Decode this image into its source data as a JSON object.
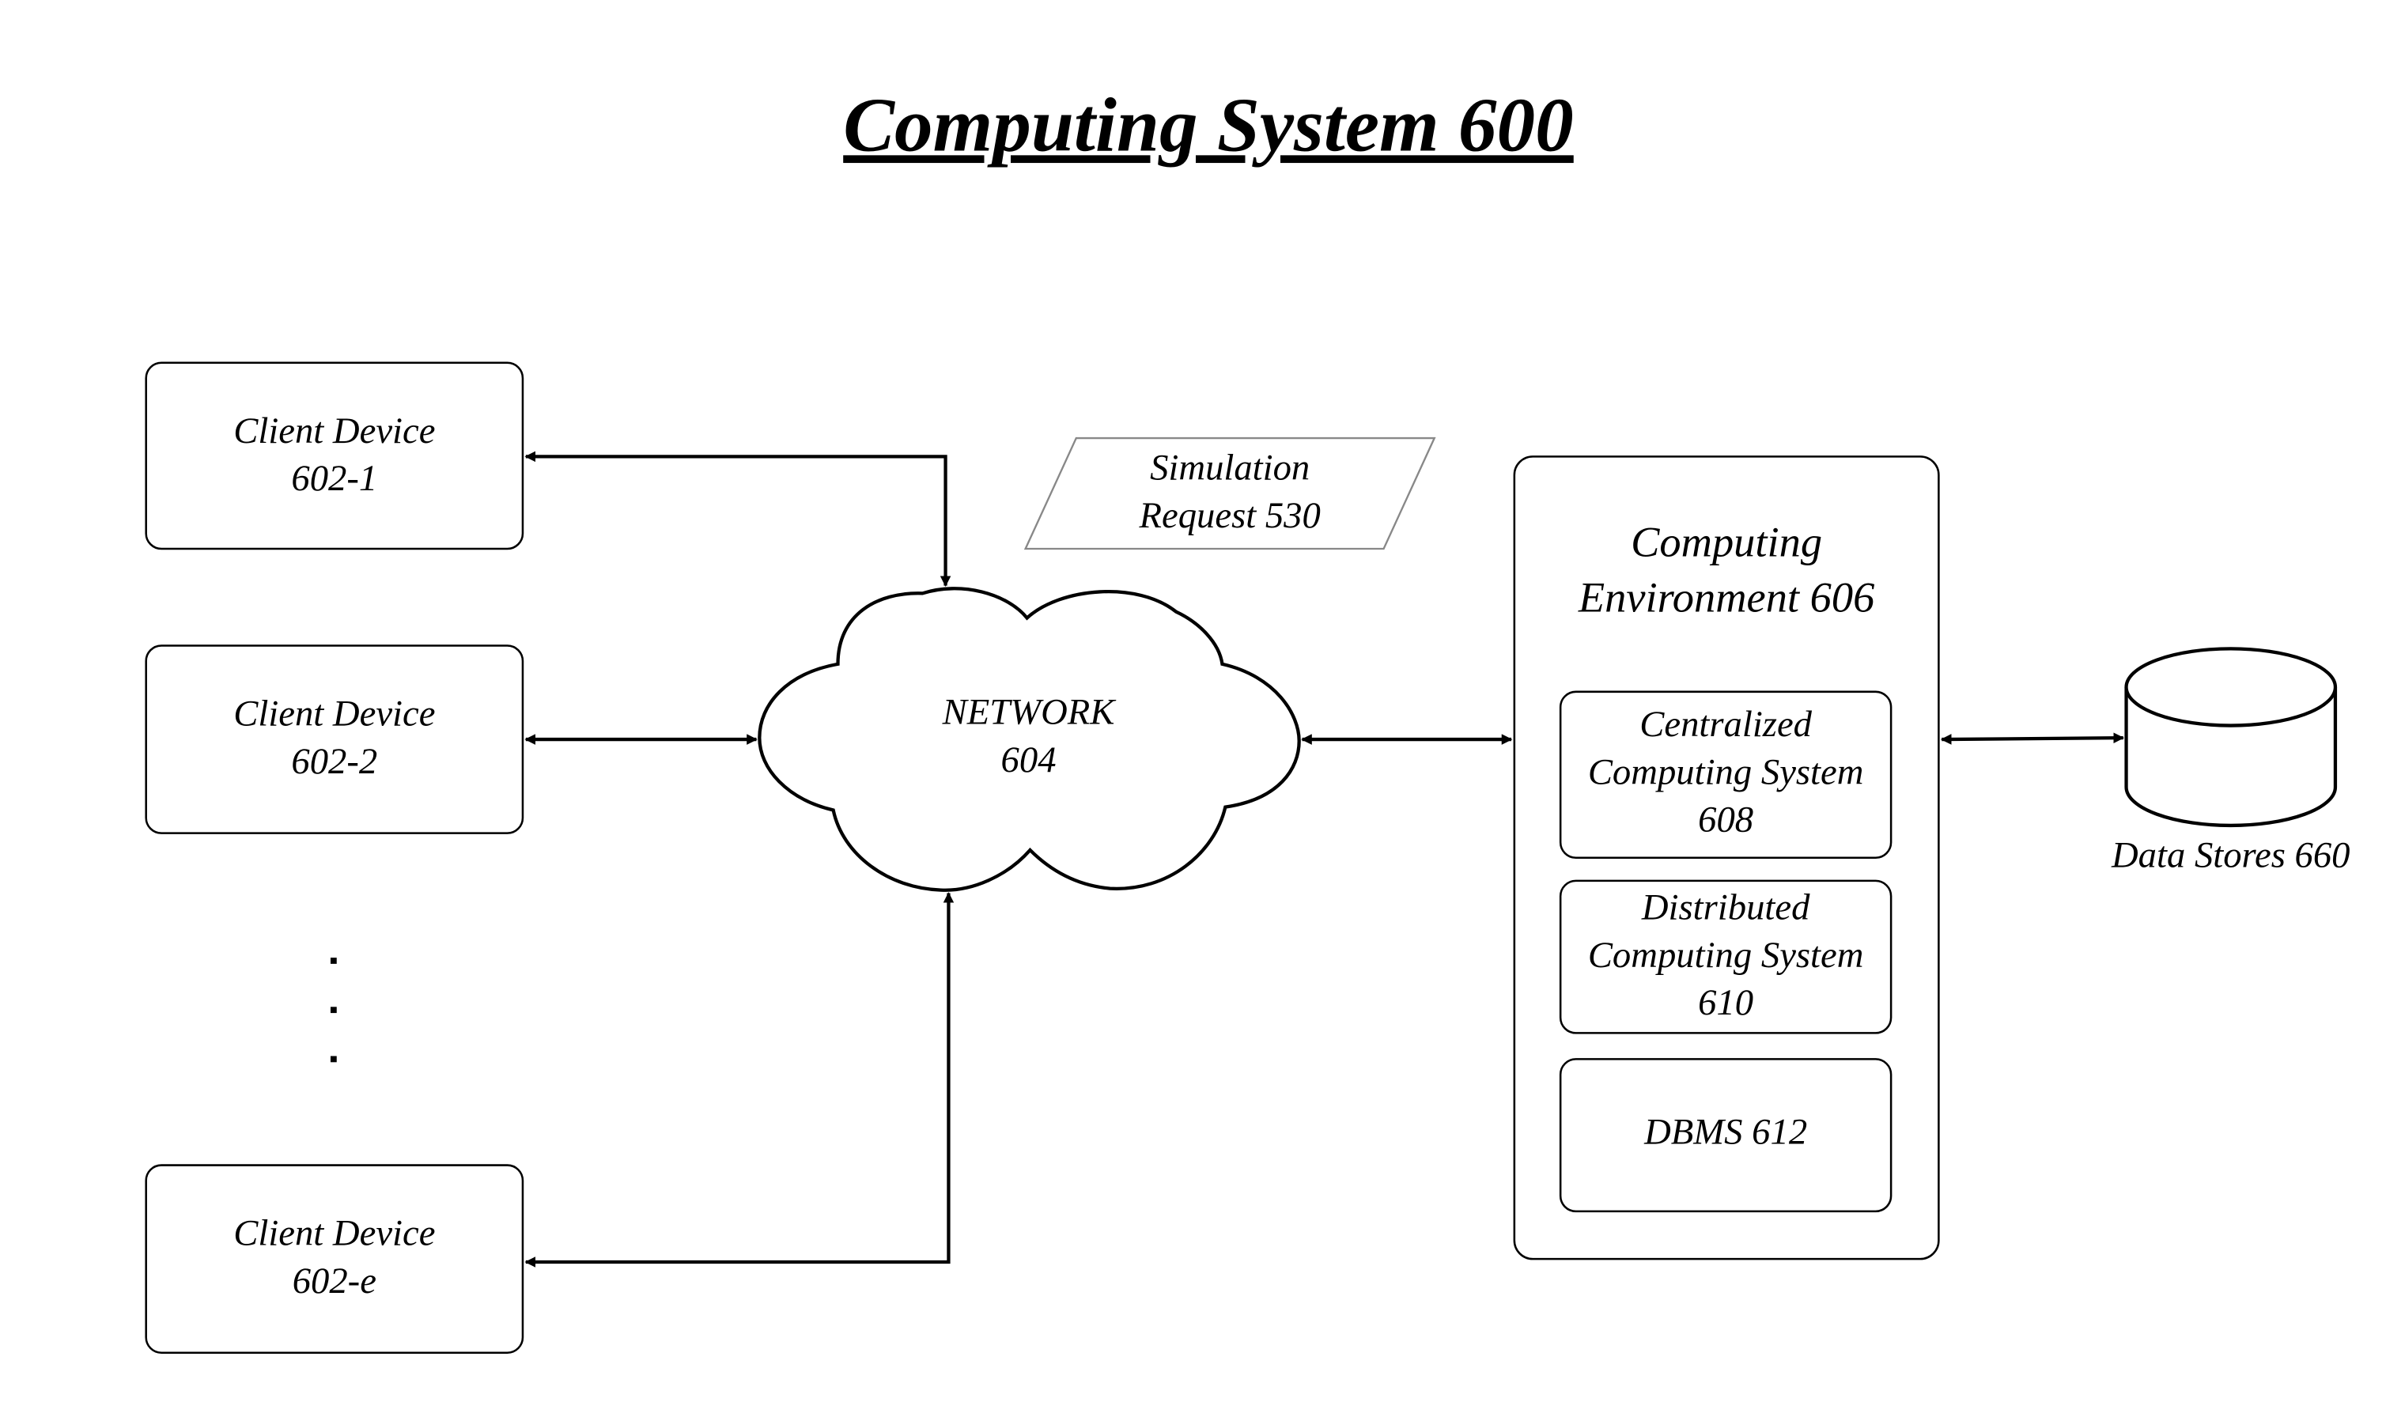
{
  "title": "Computing System 600",
  "client_devices": [
    {
      "line1": "Client Device",
      "line2": "602-1"
    },
    {
      "line1": "Client Device",
      "line2": "602-2"
    },
    {
      "line1": "Client Device",
      "line2": "602-e"
    }
  ],
  "network": {
    "line1": "NETWORK",
    "line2": "604"
  },
  "simulation_request": {
    "line1": "Simulation",
    "line2": "Request 530"
  },
  "computing_environment": {
    "line1": "Computing",
    "line2": "Environment 606",
    "centralized": {
      "line1": "Centralized",
      "line2": "Computing System",
      "line3": "608"
    },
    "distributed": {
      "line1": "Distributed",
      "line2": "Computing System",
      "line3": "610"
    },
    "dbms": "DBMS 612"
  },
  "data_stores": "Data Stores 660"
}
